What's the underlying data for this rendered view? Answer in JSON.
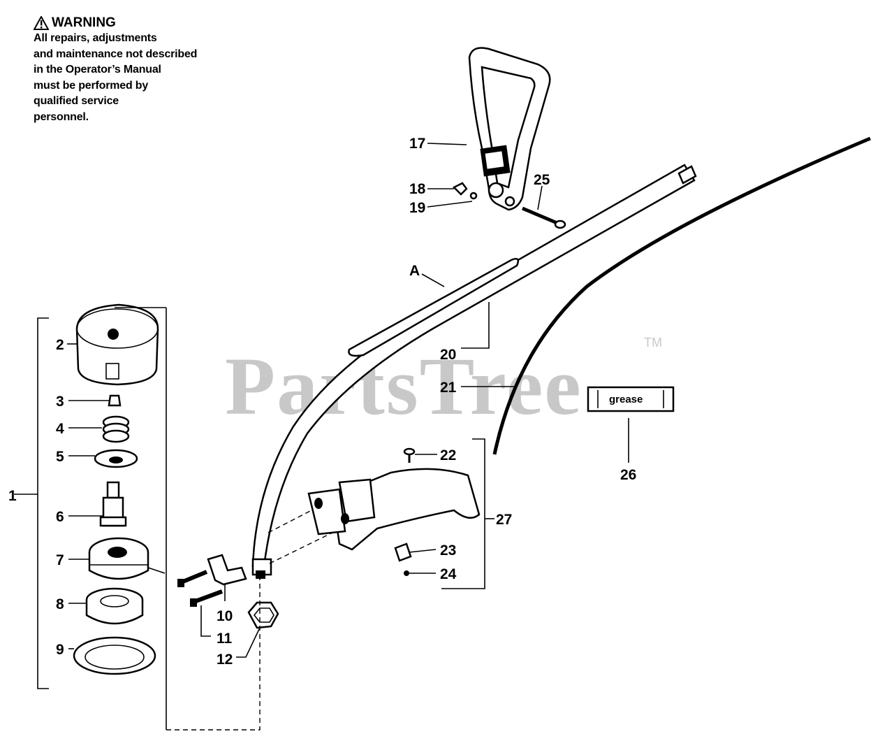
{
  "warning": {
    "title": "WARNING",
    "lines": [
      "All repairs, adjustments",
      "and maintenance not described",
      "in the Operator’s Manual",
      "must be performed by",
      "qualified service",
      "personnel."
    ]
  },
  "watermark": {
    "text": "PartsTree",
    "tm": "TM"
  },
  "grease_label": "grease",
  "callouts": {
    "c1": "1",
    "c2": "2",
    "c3": "3",
    "c4": "4",
    "c5": "5",
    "c6": "6",
    "c7": "7",
    "c8": "8",
    "c9": "9",
    "c10": "10",
    "c11": "11",
    "c12": "12",
    "c17": "17",
    "c18": "18",
    "c19": "19",
    "c20": "20",
    "c21": "21",
    "c22": "22",
    "c23": "23",
    "c24": "24",
    "c25": "25",
    "c26": "26",
    "c27": "27",
    "cA": "A"
  }
}
